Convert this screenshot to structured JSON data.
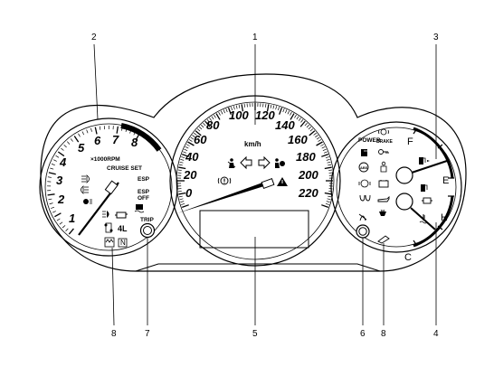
{
  "callouts": [
    "1",
    "2",
    "3",
    "4",
    "5",
    "6",
    "7",
    "8",
    "8"
  ],
  "tachometer": {
    "numbers": [
      "1",
      "2",
      "3",
      "4",
      "5",
      "6",
      "7",
      "8"
    ],
    "unit": "×1000RPM",
    "cruise": "CRUISE SET",
    "esp": "ESP",
    "esp_off_1": "ESP",
    "esp_off_2": "OFF",
    "gear": "4L",
    "neutral": "N",
    "trip_label": "TRIP"
  },
  "speedometer": {
    "numbers": [
      "0",
      "20",
      "40",
      "60",
      "80",
      "100",
      "120",
      "140",
      "160",
      "180",
      "200",
      "220"
    ],
    "unit": "km/h"
  },
  "right_gauge": {
    "power": "POWER",
    "brake": "BRAKE",
    "abs": "ABS",
    "fuel_full": "F",
    "fuel_empty": "E",
    "temp_hot": "H",
    "temp_cold": "C"
  },
  "colors": {
    "stroke": "#000000",
    "background": "#ffffff",
    "redzone": "#000000"
  }
}
